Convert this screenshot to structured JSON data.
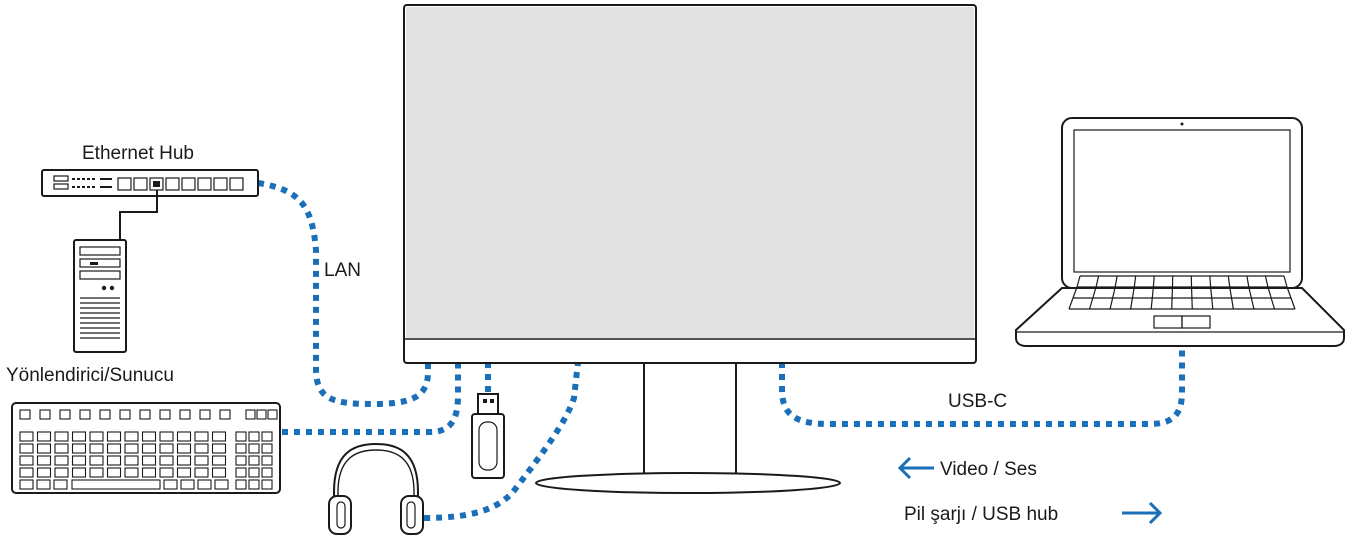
{
  "labels": {
    "ethernet_hub": "Ethernet Hub",
    "lan": "LAN",
    "router_server": "Yönlendirici/Sunucu",
    "usb_c": "USB-C",
    "video_audio": "Video / Ses",
    "charging_usb_hub": "Pil şarjı / USB hub"
  },
  "colors": {
    "cable": "#1a6fb8",
    "screen": "#e2e2e2",
    "outline": "#1a1a1a"
  },
  "icons": {
    "video_audio_arrow": "arrow-left-icon",
    "charging_arrow": "arrow-right-icon"
  }
}
